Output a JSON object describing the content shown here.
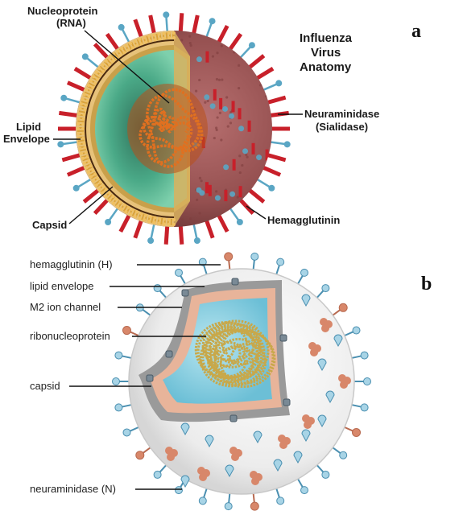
{
  "panel_a": {
    "letter": "a",
    "title_lines": [
      "Influenza",
      "Virus",
      "Anatomy"
    ],
    "labels": {
      "nucleoprotein_line1": "Nucleoprotein",
      "nucleoprotein_line2": "(RNA)",
      "lipid_line1": "Lipid",
      "lipid_line2": "Envelope",
      "neuraminidase_line1": "Neuraminidase",
      "neuraminidase_line2": "(Sialidase)",
      "capsid": "Capsid",
      "hemagglutinin": "Hemagglutinin"
    }
  },
  "panel_b": {
    "letter": "b",
    "labels": {
      "hemagglutinin": "hemagglutinin (H)",
      "lipid_envelope": "lipid envelope",
      "m2": "M2 ion channel",
      "rnp": "ribonucleoprotein",
      "capsid": "capsid",
      "neuraminidase": "neuraminidase (N)"
    }
  },
  "colors": {
    "spike_red": "#c8202a",
    "spike_blue": "#5aa6c4",
    "envelope_gold": "#d9a23a",
    "shell_pink": "#a86060",
    "core_green": "#3d9b7a",
    "rna_orange": "#e07020",
    "b_shell": "#eeeeee",
    "b_capsid": "#e8b49a",
    "b_core": "#8fcfe0",
    "b_rnp": "#c8a84a",
    "b_neuraminidase": "#d8876a"
  }
}
